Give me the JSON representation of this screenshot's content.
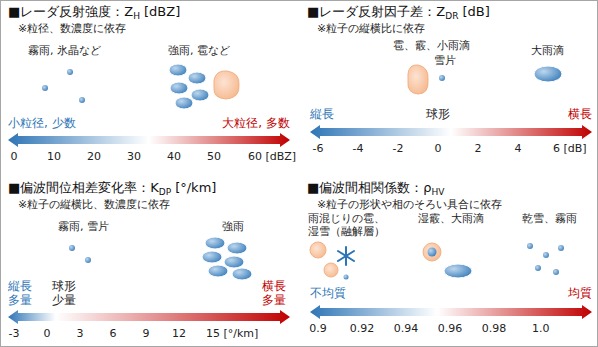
{
  "diagram": {
    "labels": [
      "■レーダ反射強度：Z",
      "H",
      "[dBZ]",
      "※粒径、数濃度に依存",
      "霧雨, 氷晶など",
      "強雨, 雹など",
      "小粒径, 少数",
      "大粒径, 多数",
      "0",
      "10",
      "20",
      "30",
      "40",
      "50",
      "60 [dBZ]",
      "■レーダ反射因子差：Z",
      "DR",
      "[dB]",
      "※粒子の縦横比に依存",
      "雹、霰、小雨滴",
      "雪片",
      "大雨滴",
      "縦長",
      "球形",
      "横長",
      "-6",
      "-4",
      "-2",
      "0",
      "2",
      "4",
      "6 [dB]",
      "■偏波間位相差変化率：K",
      "DP",
      "[°/km]",
      "※粒子の縦横比、数濃度に依存",
      "霧雨, 雪片",
      "強雨",
      "縦長 多量",
      "球形 少量",
      "横長 多量",
      "-3",
      "0",
      "3",
      "6",
      "9",
      "12",
      "15 [°/km]",
      "■偏波間相関係数：ρ",
      "HV",
      "※粒子の形状や相のそろい具合に依存",
      "雨混じりの雹、 湿雪（融解層）",
      "湿霰、大雨滴",
      "乾雪、霧雨",
      "不均質",
      "均質",
      "0.9",
      "0.92",
      "0.94",
      "0.96",
      "0.98",
      "1.0"
    ]
  }
}
